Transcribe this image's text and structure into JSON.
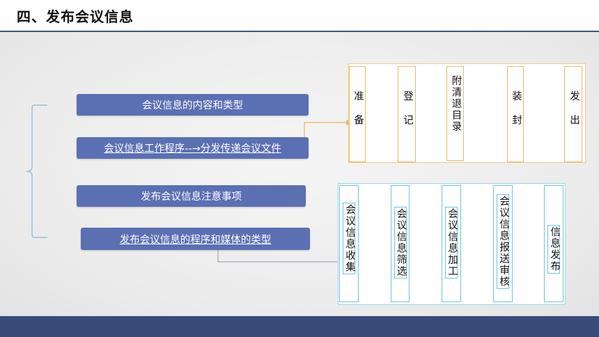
{
  "title": "四、发布会议信息",
  "main_items": [
    "会议信息的内容和类型",
    "会议信息工作程序--→分发传递会议文件",
    "发布会议信息注意事项",
    "发布会议信息的程序和媒体的类型"
  ],
  "flow_distribute": [
    "准备",
    "登记",
    "附清退目录",
    "装封",
    "发出"
  ],
  "flow_publish": [
    "会议信息收集",
    "会议信息筛选",
    "会议信息加工",
    "会议信息报送审核",
    "信息发布"
  ],
  "colors": {
    "pill": "#5b6fb3",
    "header_rule": "#3e5a86",
    "footer": "#3a4b7a",
    "flow_distribute_border": "#f5b560",
    "flow_publish_border": "#6fc3de"
  }
}
